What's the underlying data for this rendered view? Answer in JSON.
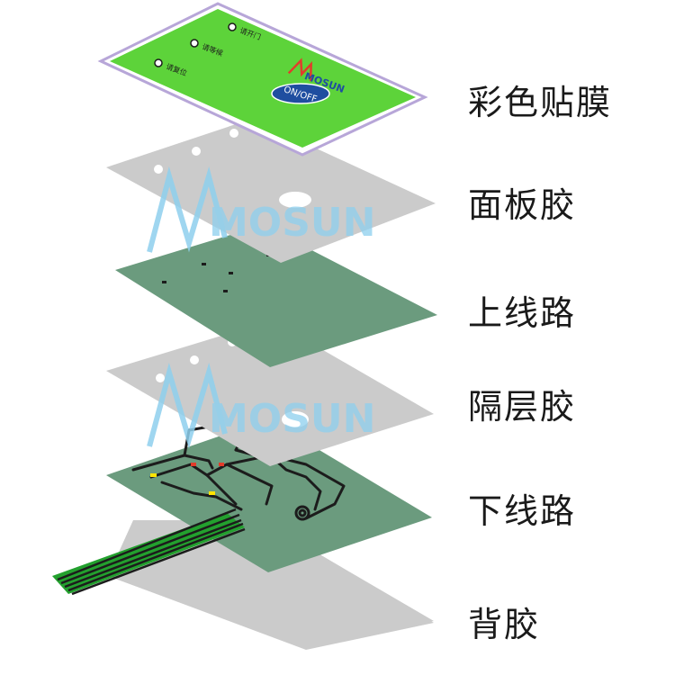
{
  "colors": {
    "background": "#ffffff",
    "overlay_green": "#5dd33a",
    "overlay_border": "#b7a6d8",
    "adhesive_gray": "#cbcbcb",
    "circuit_green": "#6b9b7e",
    "trace_black": "#1c1c1c",
    "tail_green": "#23a02e",
    "watermark_blue": "#8fd0ee",
    "logo_red": "#e23c2b",
    "logo_blue": "#1f4ea0",
    "led_yellow": "#ffe400"
  },
  "layers": [
    {
      "id": "graphic_overlay",
      "label": "彩色贴膜"
    },
    {
      "id": "panel_adhesive",
      "label": "面板胶"
    },
    {
      "id": "upper_circuit",
      "label": "上线路"
    },
    {
      "id": "spacer_adhesive",
      "label": "隔层胶"
    },
    {
      "id": "lower_circuit",
      "label": "下线路"
    },
    {
      "id": "back_adhesive",
      "label": "背胶"
    }
  ],
  "overlay": {
    "buttons": [
      {
        "label": "请开门",
        "icon": "led-indicator-icon"
      },
      {
        "label": "请等候",
        "icon": "led-indicator-icon"
      },
      {
        "label": "请复位",
        "icon": "led-indicator-icon"
      }
    ],
    "brand": "MOSUN",
    "onoff_label": "ON/OFF"
  },
  "watermark": {
    "text": "MOSUN"
  },
  "icons": {
    "overlay_logo": "mosun-logo-icon",
    "onoff_button": "onoff-button-icon",
    "watermark": "mosun-watermark-icon",
    "tail": "flex-tail-connector-icon"
  }
}
